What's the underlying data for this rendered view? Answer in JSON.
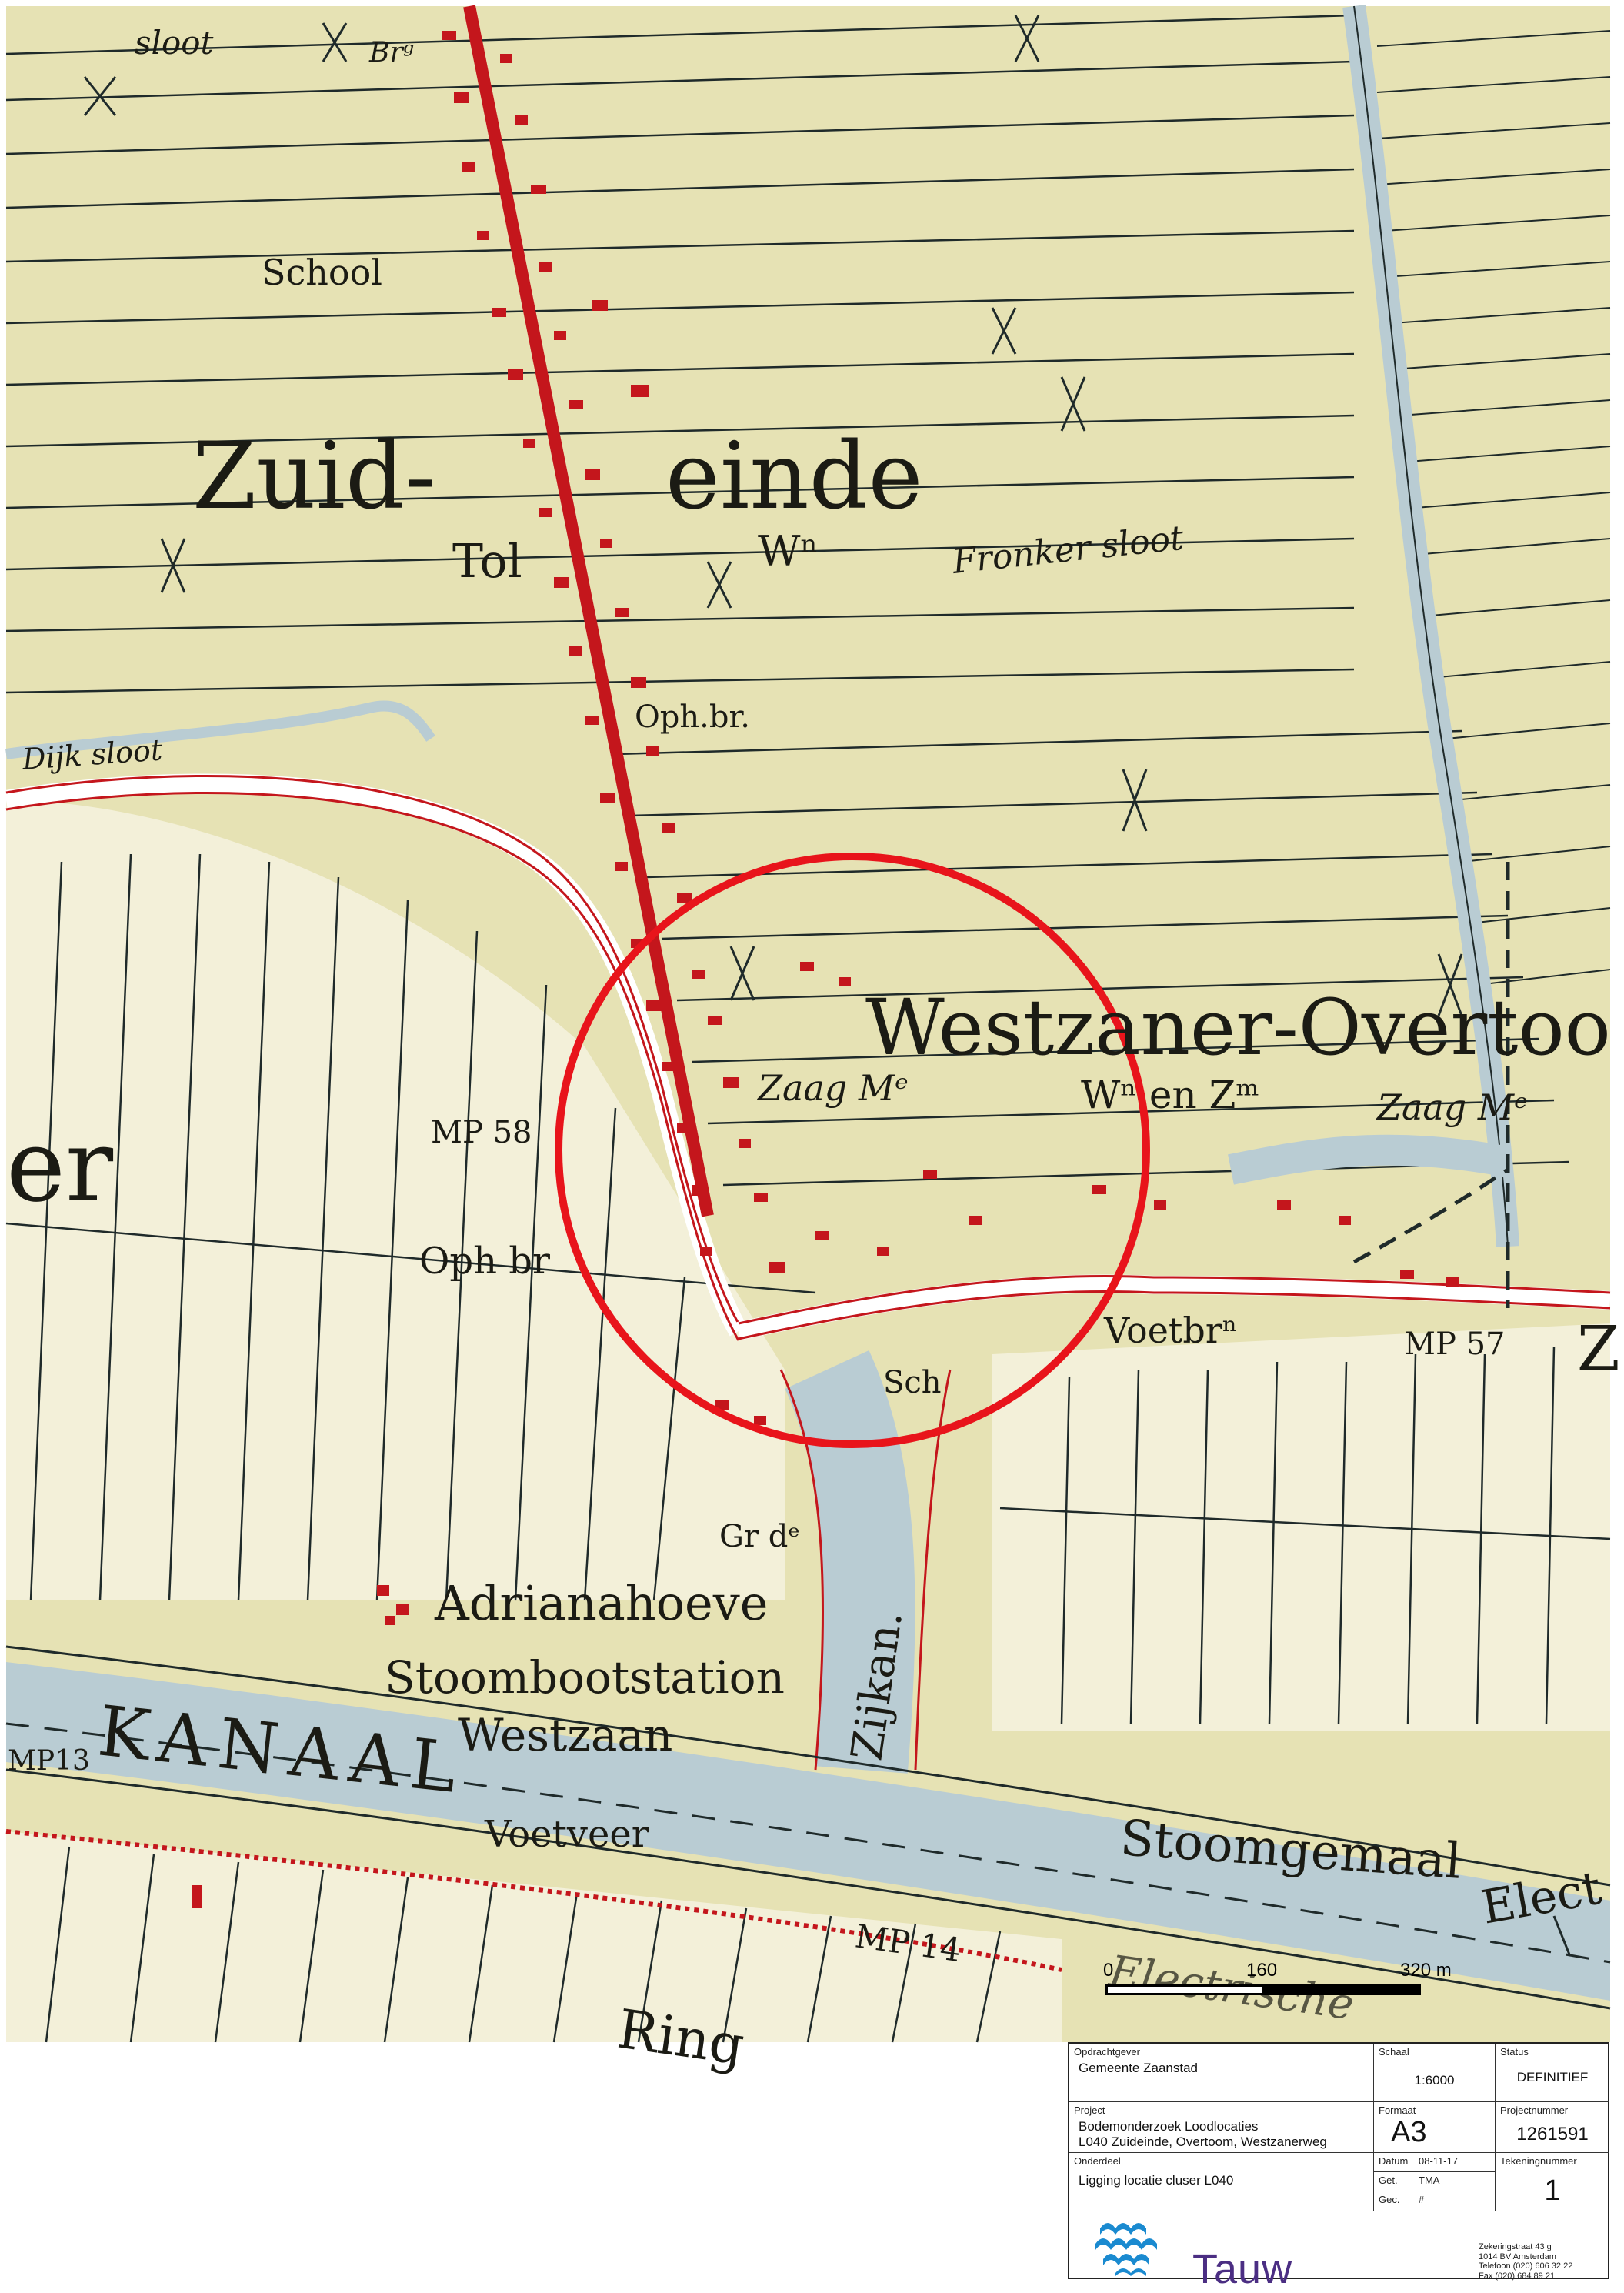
{
  "map": {
    "labels": {
      "sloot_top": "sloot",
      "br": "Brᵍ",
      "school": "School",
      "zuid": "Zuid-",
      "einde": "einde",
      "tol": "Tol",
      "wn1": "Wⁿ",
      "fronker": "Fronker sloot",
      "ophbr1": "Oph.br.",
      "dijk_sloot": "Dijk sloot",
      "westzaner": "Westzaner-Overtoo",
      "zaag1": "Zaag Mᵉ",
      "wn_en_zm": "Wⁿ en Zᵐ",
      "zaag2": "Zaag Mᵉ",
      "mp58": "MP 58",
      "er": "er",
      "ophbr2": "Oph br",
      "voetbrn": "Voetbrⁿ",
      "mp57": "MP 57",
      "z_right": "Z",
      "sch": "Sch",
      "grd": "Gr dᵉ",
      "adrianahoeve": "Adrianahoeve",
      "stoombootstation": "Stoombootstation",
      "westzaan": "Westzaan",
      "kanaal": "KANAAL",
      "mp13": "MP13",
      "zijkan": "Zijkan.",
      "voetveer": "Voetveer",
      "stoomgemaal": "Stoomgemaal",
      "elect": "Elect",
      "mp14": "MP 14",
      "electrische": "Electrische",
      "ring": "Ring"
    }
  },
  "scalebar": {
    "tick0": "0",
    "tick1": "160",
    "tick2": "320 m"
  },
  "titleblock": {
    "opdrachtgever_label": "Opdrachtgever",
    "opdrachtgever_value": "Gemeente Zaanstad",
    "schaal_label": "Schaal",
    "schaal_value": "1:6000",
    "status_label": "Status",
    "status_value": "DEFINITIEF",
    "project_label": "Project",
    "project_line1": "Bodemonderzoek Loodlocaties",
    "project_line2": "L040 Zuideinde, Overtoom, Westzanerweg",
    "formaat_label": "Formaat",
    "formaat_value": "A3",
    "projectnummer_label": "Projectnummer",
    "projectnummer_value": "1261591",
    "onderdeel_label": "Onderdeel",
    "onderdeel_value": "Ligging locatie cluser L040",
    "datum_label": "Datum",
    "datum_value": "08-11-17",
    "get_label": "Get.",
    "get_value": "TMA",
    "gec_label": "Gec.",
    "gec_value": "#",
    "tekeningnummer_label": "Tekeningnummer",
    "tekeningnummer_value": "1",
    "logo_text": "Tauw",
    "address_line1": "Zekeringstraat 43 g",
    "address_line2": "1014 BV Amsterdam",
    "address_line3": "Telefoon (020) 606 32 22",
    "address_line4": "Fax (020) 684 89 21"
  },
  "colors": {
    "land": "#e6e2b4",
    "water": "#b9ccd3",
    "polder": "#f3f0d9",
    "road": "#c4161c",
    "circle": "#e8141b",
    "ink": "#1f2a2a",
    "tauw_purple": "#4b2e83",
    "tauw_blue": "#1a8ad0"
  },
  "icons": {
    "logo": "tauw-wave-logo"
  }
}
